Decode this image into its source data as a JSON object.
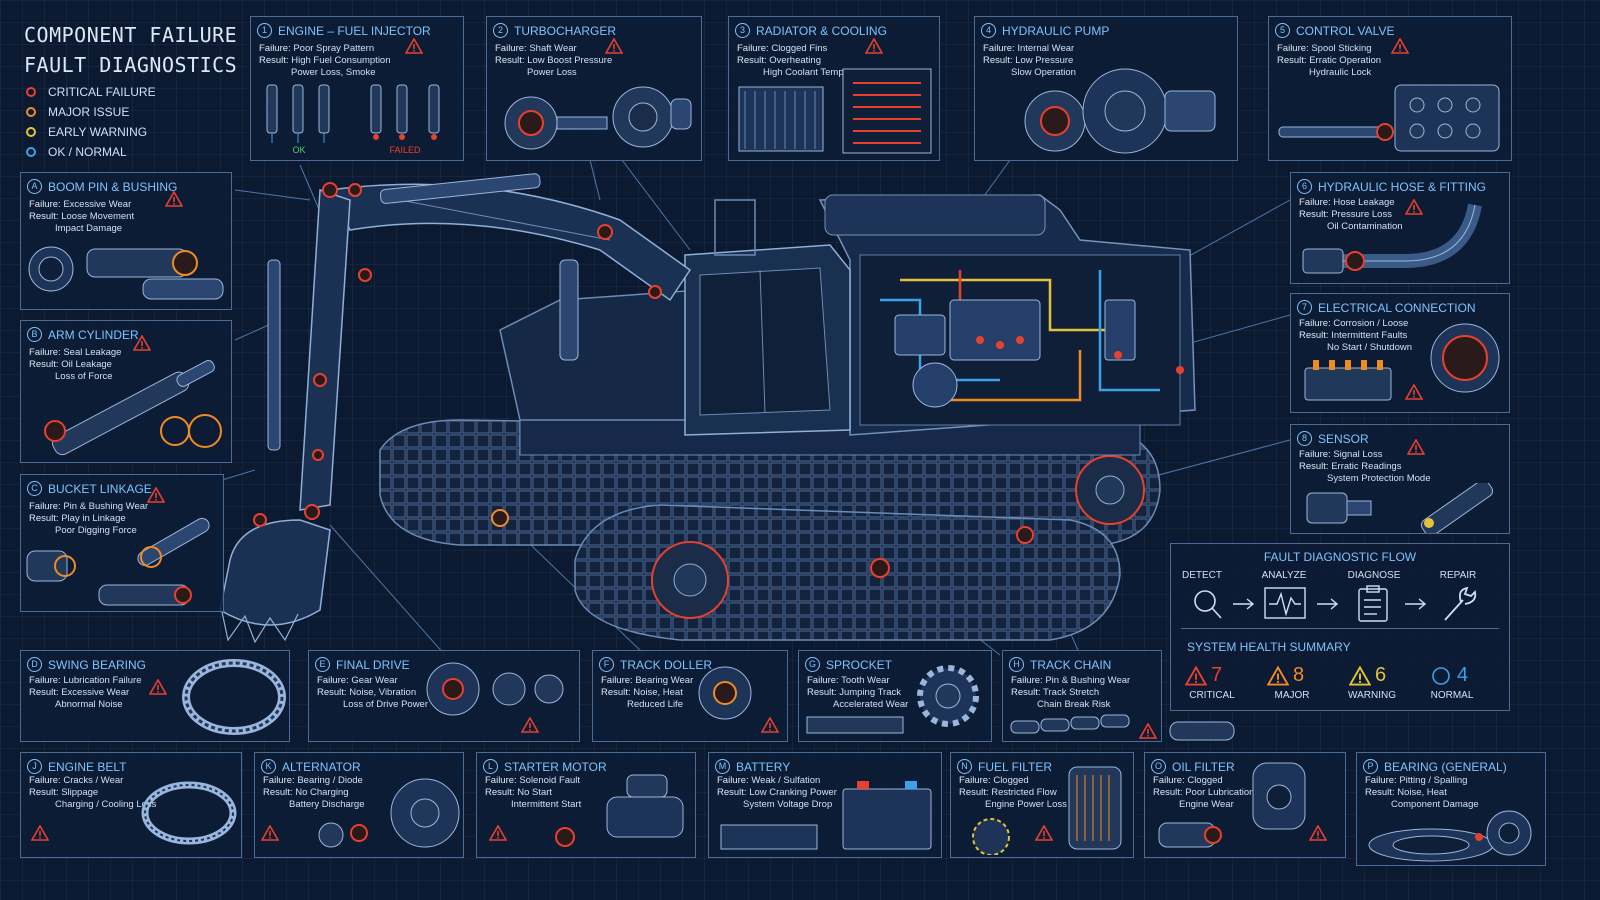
{
  "title": {
    "line1": "COMPONENT FAILURE",
    "line2": "FAULT DIAGNOSTICS"
  },
  "legend": [
    {
      "label": "CRITICAL FAILURE",
      "color": "#e8402e"
    },
    {
      "label": "MAJOR ISSUE",
      "color": "#f08a24"
    },
    {
      "label": "EARLY WARNING",
      "color": "#e3c23a"
    },
    {
      "label": "OK / NORMAL",
      "color": "#3aa2e8"
    }
  ],
  "labels": {
    "failure": "Failure:",
    "result": "Result:"
  },
  "injector_states": {
    "ok": "OK",
    "failed": "FAILED"
  },
  "components": [
    {
      "id": "1",
      "name": "ENGINE – FUEL INJECTOR",
      "failure": "Poor Spray Pattern",
      "result": [
        "High Fuel Consumption",
        "Power Loss, Smoke"
      ]
    },
    {
      "id": "2",
      "name": "TURBOCHARGER",
      "failure": "Shaft Wear",
      "result": [
        "Low Boost Pressure",
        "Power Loss"
      ]
    },
    {
      "id": "3",
      "name": "RADIATOR & COOLING",
      "failure": "Clogged Fins",
      "result": [
        "Overheating",
        "High Coolant Temp"
      ]
    },
    {
      "id": "4",
      "name": "HYDRAULIC PUMP",
      "failure": "Internal Wear",
      "result": [
        "Low Pressure",
        "Slow Operation"
      ]
    },
    {
      "id": "5",
      "name": "CONTROL VALVE",
      "failure": "Spool Sticking",
      "result": [
        "Erratic Operation",
        "Hydraulic Lock"
      ]
    },
    {
      "id": "A",
      "name": "BOOM PIN & BUSHING",
      "failure": "Excessive Wear",
      "result": [
        "Loose Movement",
        "Impact Damage"
      ]
    },
    {
      "id": "B",
      "name": "ARM CYLINDER",
      "failure": "Seal Leakage",
      "result": [
        "Oil Leakage",
        "Loss of Force"
      ]
    },
    {
      "id": "C",
      "name": "BUCKET LINKAGE",
      "failure": "Pin & Bushing Wear",
      "result": [
        "Play in Linkage",
        "Poor Digging Force"
      ]
    },
    {
      "id": "6",
      "name": "HYDRAULIC HOSE & FITTING",
      "failure": "Hose Leakage",
      "result": [
        "Pressure Loss",
        "Oil Contamination"
      ]
    },
    {
      "id": "7",
      "name": "ELECTRICAL CONNECTION",
      "failure": "Corrosion / Loose",
      "result": [
        "Intermittent Faults",
        "No Start / Shutdown"
      ]
    },
    {
      "id": "8",
      "name": "SENSOR",
      "failure": "Signal Loss",
      "result": [
        "Erratic Readings",
        "System Protection Mode"
      ]
    },
    {
      "id": "D",
      "name": "SWING BEARING",
      "failure": "Lubrication Failure",
      "result": [
        "Excessive Wear",
        "Abnormal Noise"
      ]
    },
    {
      "id": "E",
      "name": "FINAL DRIVE",
      "failure": "Gear Wear",
      "result": [
        "Noise, Vibration",
        "Loss of Drive Power"
      ]
    },
    {
      "id": "F",
      "name": "TRACK DOLLER",
      "failure": "Bearing Wear",
      "result": [
        "Noise, Heat",
        "Reduced Life"
      ]
    },
    {
      "id": "G",
      "name": "SPROCKET",
      "failure": "Tooth Wear",
      "result": [
        "Jumping Track",
        "Accelerated Wear"
      ]
    },
    {
      "id": "H",
      "name": "TRACK CHAIN",
      "failure": "Pin & Bushing Wear",
      "result": [
        "Track Stretch",
        "Chain Break Risk"
      ]
    },
    {
      "id": "J",
      "name": "ENGINE BELT",
      "failure": "Cracks / Wear",
      "result": [
        "Slippage",
        "Charging / Cooling Loss"
      ]
    },
    {
      "id": "K",
      "name": "ALTERNATOR",
      "failure": "Bearing / Diode",
      "result": [
        "No Charging",
        "Battery Discharge"
      ]
    },
    {
      "id": "L",
      "name": "STARTER MOTOR",
      "failure": "Solenoid Fault",
      "result": [
        "No Start",
        "Intermittent Start"
      ]
    },
    {
      "id": "M",
      "name": "BATTERY",
      "failure": "Weak / Sulfation",
      "result": [
        "Low Cranking Power",
        "System Voltage Drop"
      ]
    },
    {
      "id": "N",
      "name": "FUEL FILTER",
      "failure": "Clogged",
      "result": [
        "Restricted Flow",
        "Engine Power Loss"
      ]
    },
    {
      "id": "O",
      "name": "OIL FILTER",
      "failure": "Clogged",
      "result": [
        "Poor Lubrication",
        "Engine Wear"
      ]
    },
    {
      "id": "P",
      "name": "BEARING (GENERAL)",
      "failure": "Pitting / Spalling",
      "result": [
        "Noise, Heat",
        "Component Damage"
      ]
    }
  ],
  "flow": {
    "title": "FAULT DIAGNOSTIC FLOW",
    "steps": [
      "DETECT",
      "ANALYZE",
      "DIAGNOSE",
      "REPAIR"
    ],
    "icons": [
      "magnifier-icon",
      "waveform-icon",
      "clipboard-icon",
      "wrench-icon"
    ]
  },
  "health": {
    "title": "SYSTEM HEALTH SUMMARY",
    "items": [
      {
        "count": "7",
        "label": "CRITICAL",
        "color": "#e8402e"
      },
      {
        "count": "8",
        "label": "MAJOR",
        "color": "#f08a24"
      },
      {
        "count": "6",
        "label": "WARNING",
        "color": "#e3c23a"
      },
      {
        "count": "4",
        "label": "NORMAL",
        "color": "#3aa2e8"
      }
    ]
  }
}
